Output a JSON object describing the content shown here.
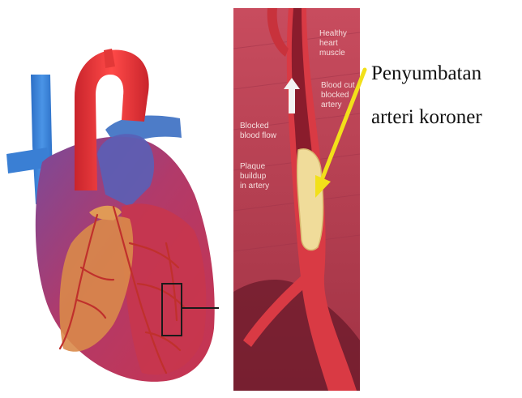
{
  "callout": {
    "line1": "Penyumbatan",
    "line2": "arteri koroner"
  },
  "inset_labels": {
    "healthy": "Healthy\nheart\nmuscle",
    "blood_cut": "Blood cut\nblocked\nartery",
    "blocked_flow": "Blocked\nblood flow",
    "plaque": "Plaque\nbuildup\nin artery"
  },
  "colors": {
    "arrow": "#f2e01a",
    "callout_text": "#111111",
    "inset_background": "#b13a4e",
    "artery": "#d83544",
    "plaque": "#f0dc9a"
  }
}
